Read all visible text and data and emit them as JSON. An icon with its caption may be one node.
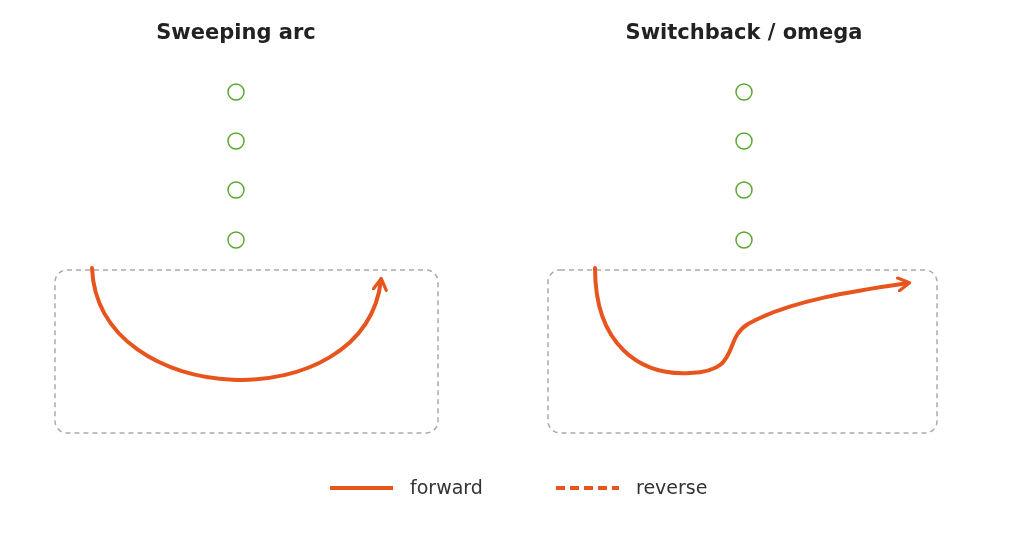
{
  "diagram": {
    "labels": [
      "Sweeping arc",
      "Switchback / omega"
    ],
    "legend": [
      {
        "text": "forward"
      },
      {
        "text": "reverse"
      }
    ]
  }
}
